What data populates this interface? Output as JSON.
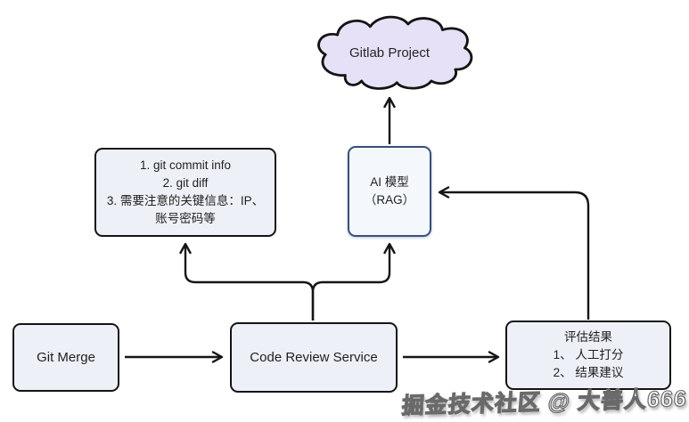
{
  "diagram": {
    "cloud": {
      "label": "Gitlab Project"
    },
    "info_box": {
      "lines": [
        "1. git commit info",
        "2. git diff",
        "3. 需要注意的关键信息：IP、",
        "账号密码等"
      ]
    },
    "ai_box": {
      "lines": [
        "AI 模型",
        "（RAG）"
      ]
    },
    "git_merge_box": {
      "label": "Git Merge"
    },
    "code_review_box": {
      "label": "Code Review Service"
    },
    "result_box": {
      "lines": [
        "评估结果",
        "1、 人工打分",
        "2、 结果建议"
      ]
    },
    "watermark": "掘金技术社区 @ 大善人666",
    "colors": {
      "cloud_fill": "#e6e1f6",
      "box_fill": "#eef0f7",
      "ai_box_fill": "#f4f7fc",
      "ai_box_border": "#3a5078",
      "line": "#151515",
      "background": "#ffffff"
    }
  }
}
